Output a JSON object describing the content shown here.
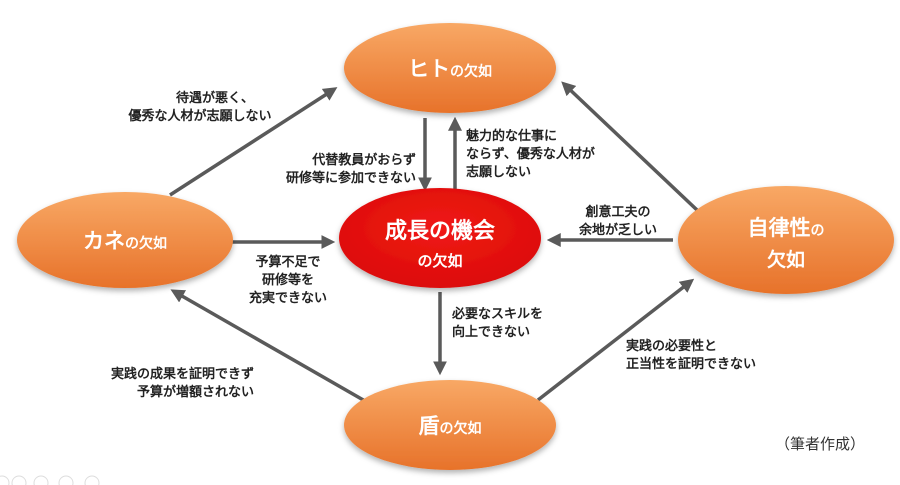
{
  "nodes": {
    "hito": {
      "main": "ヒト",
      "suffix": "の欠如"
    },
    "kane": {
      "main": "カネ",
      "suffix": "の欠如"
    },
    "jiritsu": {
      "main": "自律性",
      "suffix": "の",
      "line2": "欠如"
    },
    "tate": {
      "main": "盾",
      "suffix": "の欠如"
    },
    "center": {
      "line1": "成長の機会",
      "line2": "の欠如"
    }
  },
  "edges": {
    "kane_hito": [
      "待遇が悪く、",
      "優秀な人材が志願しない"
    ],
    "hito_center": [
      "代替教員がおらず",
      "研修等に参加できない"
    ],
    "center_hito": [
      "魅力的な仕事に",
      "ならず、優秀な人材が",
      "志願しない"
    ],
    "jiritsu_center": [
      "創意工夫の",
      "余地が乏しい"
    ],
    "kane_center": [
      "予算不足で",
      "研修等を",
      "充実できない"
    ],
    "center_tate": [
      "必要なスキルを",
      "向上できない"
    ],
    "tate_kane": [
      "実践の成果を証明できず",
      "予算が増額されない"
    ],
    "tate_jiritsu": [
      "実践の必要性と",
      "正当性を証明できない"
    ]
  },
  "credit": "（筆者作成）",
  "colors": {
    "orange_light": "#f8a865",
    "orange_dark": "#e7722a",
    "red": "#e8100f",
    "arrow": "#5a5a5a"
  }
}
